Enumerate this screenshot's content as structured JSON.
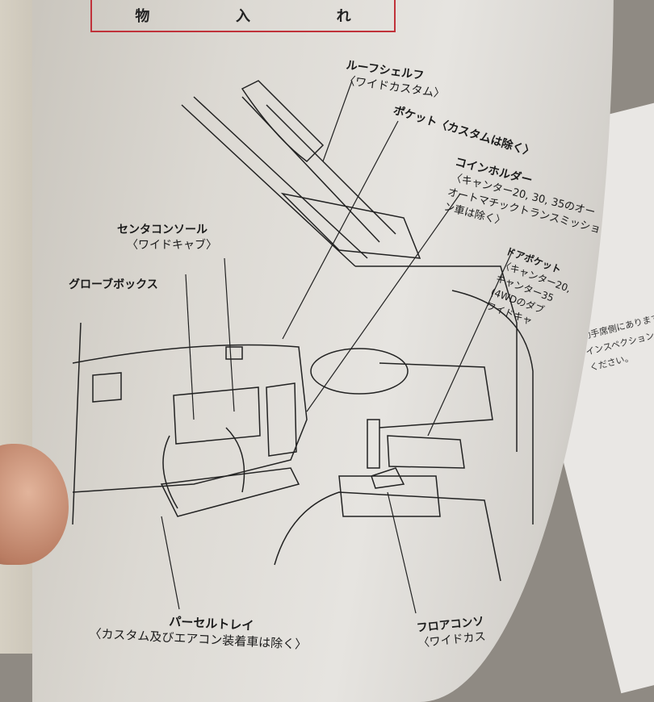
{
  "header": {
    "chars": [
      "物",
      "入",
      "れ"
    ]
  },
  "labels": {
    "roof_shelf": "ルーフシェルフ",
    "roof_shelf_note": "〈ワイドカスタム〉",
    "pocket": "ポケット〈カスタムは除く〉",
    "coin_holder": "コインホルダー",
    "coin_holder_note1": "〈キャンター20, 30, 35のオー",
    "coin_holder_note2": "オートマチックトランスミッショ",
    "coin_holder_note3": "ン車は除く〉",
    "center_console": "センタコンソール",
    "center_console_note": "〈ワイドキャブ〉",
    "glove_box": "グローブボックス",
    "door_pocket": "ドアポケット",
    "door_pocket_note1": "〈キャンター20,",
    "door_pocket_note2": "キャンター35",
    "door_pocket_note3": "(4WDのダブ",
    "door_pocket_note4": "ワイドキャ",
    "parcel_tray": "パーセルトレイ",
    "parcel_tray_note": "〈カスタム及びエアコン装着車は除く〉",
    "floor_console": "フロアコンソ",
    "floor_console_note": "〈ワイドカス"
  },
  "next_page": {
    "line1": "助手席側にあります",
    "line2": "インスペクションラ",
    "line3": "ください。"
  }
}
